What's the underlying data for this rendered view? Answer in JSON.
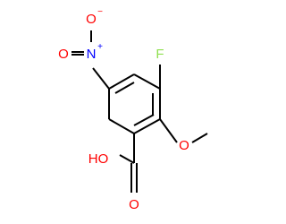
{
  "molecule": {
    "labels": {
      "nitro_oxygen_top": "O",
      "nitro_oxygen_top_charge": "−",
      "nitro_oxygen_left": "O",
      "nitro_nitrogen": "N",
      "nitro_nitrogen_charge": "+",
      "fluorine": "F",
      "hydroxyl": "HO",
      "carbonyl_oxygen": "O",
      "methoxy_oxygen": "O"
    },
    "colors": {
      "bond": "#000000",
      "oxygen": "#ff0000",
      "nitrogen": "#0000ff",
      "fluorine": "#90e050",
      "ring_fill": "none"
    }
  }
}
